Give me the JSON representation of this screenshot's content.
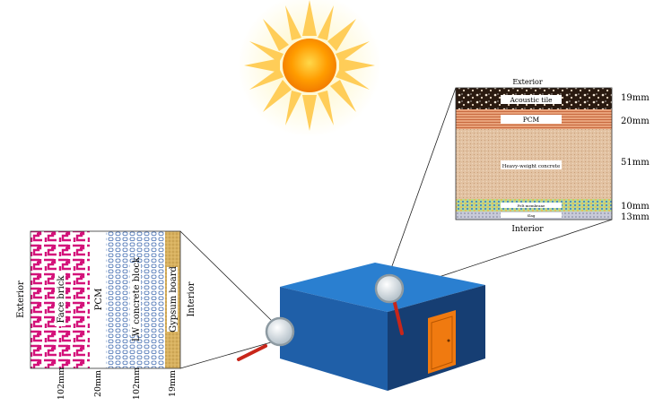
{
  "roof_section": {
    "exterior_label": "Exterior",
    "interior_label": "Interior",
    "layers": [
      {
        "label": "Acoustic tile",
        "thickness": "19mm"
      },
      {
        "label": "PCM",
        "thickness": "20mm"
      },
      {
        "label": "Heavy-weight concrete",
        "thickness": "51mm"
      },
      {
        "label": "Felt membrane",
        "thickness": "10mm"
      },
      {
        "label": "Slag",
        "thickness": "13mm"
      }
    ]
  },
  "wall_section": {
    "exterior_label": "Exterior",
    "interior_label": "Interior",
    "layers": [
      {
        "label": "Face brick",
        "thickness": "102mm"
      },
      {
        "label": "PCM",
        "thickness": "20mm"
      },
      {
        "label": "LW concrete block",
        "thickness": "102mm"
      },
      {
        "label": "Gypsum board",
        "thickness": "19mm"
      }
    ]
  },
  "colors": {
    "brick": "#d4127a",
    "building_top": "#2a7fd0",
    "building_front": "#1f5fa8",
    "building_side": "#163e73",
    "door": "#f07a10",
    "sun": "#ffb000"
  }
}
